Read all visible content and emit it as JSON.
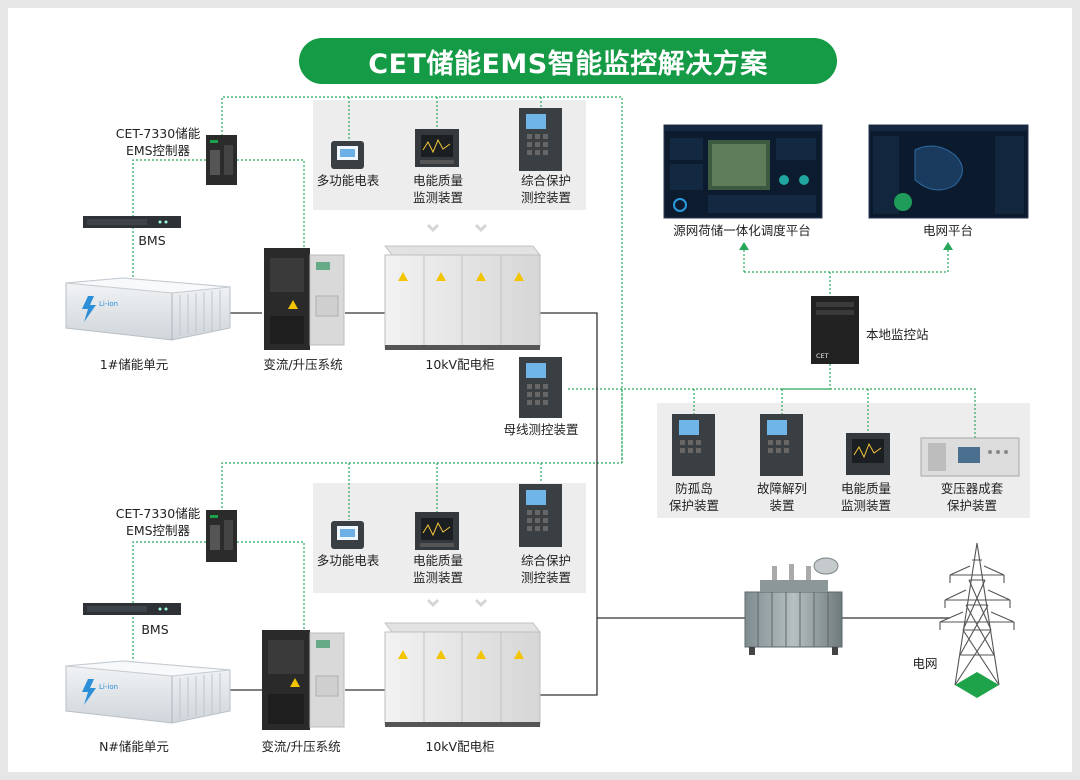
{
  "title": "CET储能EMS智能监控解决方案",
  "colors": {
    "accent": "#159a45",
    "dashed_link": "#27a65a",
    "power_line": "#333333"
  },
  "section1": {
    "controller": [
      "CET-7330储能",
      "EMS控制器"
    ],
    "bms": "BMS",
    "storage_unit": "1#储能单元",
    "converter": "变流/升压系统",
    "cabinet": "10kV配电柜",
    "devices": [
      {
        "label": [
          "多功能电表"
        ],
        "icon": "multifunction-meter-icon"
      },
      {
        "label": [
          "电能质量",
          "监测装置"
        ],
        "icon": "power-quality-monitor-icon"
      },
      {
        "label": [
          "综合保护",
          "测控装置"
        ],
        "icon": "protection-relay-icon"
      }
    ]
  },
  "section2": {
    "controller": [
      "CET-7330储能",
      "EMS控制器"
    ],
    "bms": "BMS",
    "storage_unit": "N#储能单元",
    "converter": "变流/升压系统",
    "cabinet": "10kV配电柜",
    "devices": [
      {
        "label": [
          "多功能电表"
        ],
        "icon": "multifunction-meter-icon"
      },
      {
        "label": [
          "电能质量",
          "监测装置"
        ],
        "icon": "power-quality-monitor-icon"
      },
      {
        "label": [
          "综合保护",
          "测控装置"
        ],
        "icon": "protection-relay-icon"
      }
    ]
  },
  "bus_monitor": "母线测控装置",
  "platforms": {
    "dispatch": "源网荷储一体化调度平台",
    "grid": "电网平台",
    "local_station": "本地监控站"
  },
  "grid_devices": [
    {
      "label": [
        "防孤岛",
        "保护装置"
      ],
      "icon": "anti-islanding-relay-icon"
    },
    {
      "label": [
        "故障解列",
        "装置"
      ],
      "icon": "fault-splitting-relay-icon"
    },
    {
      "label": [
        "电能质量",
        "监测装置"
      ],
      "icon": "power-quality-monitor-icon"
    },
    {
      "label": [
        "变压器成套",
        "保护装置"
      ],
      "icon": "transformer-protection-icon"
    }
  ],
  "grid_label": "电网",
  "cet_mark": "CET",
  "battery_mark": "Li-ion"
}
